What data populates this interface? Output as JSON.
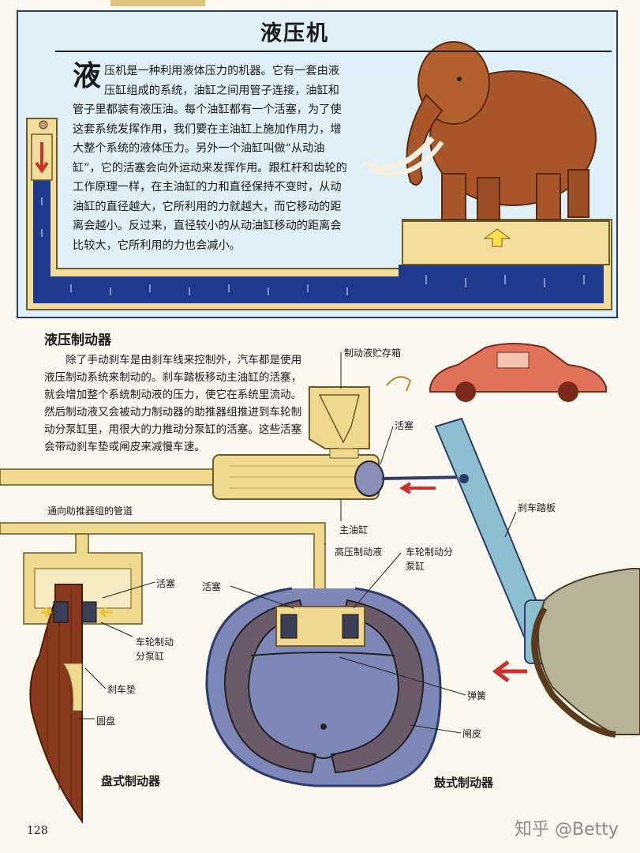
{
  "hydraulic": {
    "title": "液压机",
    "drop_cap": "液",
    "body": "压机是一种利用液体压力的机器。它有一套由液压缸组成的系统，油缸之间用管子连接，油缸和管子里都装有液压油。每个油缸都有一个活塞，为了使这套系统发挥作用，我们要在主油缸上施加作用力，增大整个系统的液体压力。另外一个油缸叫做“从动油缸”，它的活塞会向外运动来发挥作用。跟杠杆和齿轮的工作原理一样，在主油缸的力和直径保持不变时，从动油缸的直径越大，它所利用的力就越大，而它移动的距离会越小。反过来，直径较小的从动油缸移动的距离会比较大，它所利用的力也会减小。"
  },
  "brake": {
    "title": "液压制动器",
    "body": "除了手动刹车是由刹车线来控制外，汽车都是使用液压制动系统来制动的。刹车踏板移动主油缸的活塞，就会增加整个系统制动液的压力，使它在系统里流动。然后制动液又会被动力制动器的助推器组推进到车轮制动分泵缸里，用很大的力推动分泵缸的活塞。这些活塞会带动刹车垫或闸皮来减慢车速。"
  },
  "labels": {
    "reservoir": "制动液贮存箱",
    "piston_master": "活塞",
    "booster_pipe": "通向助推器组的管道",
    "master_cylinder": "主油缸",
    "high_pressure": "高压制动液",
    "wheel_cyl_drum_1": "车轮制动分",
    "wheel_cyl_drum_2": "泵缸",
    "brake_pedal": "刹车踏板",
    "piston_disc": "活塞",
    "piston_drum": "活塞",
    "wheel_cyl_disc_1": "车轮制动",
    "wheel_cyl_disc_2": "分泵缸",
    "brake_pad": "刹车垫",
    "disc": "圆盘",
    "spring": "弹簧",
    "shoe": "闸皮"
  },
  "captions": {
    "disc_brake": "盘式制动器",
    "drum_brake": "鼓式制动器"
  },
  "page_number": "128",
  "watermark": "知乎 @Betty",
  "colors": {
    "oil_blue": "#1f3a8c",
    "pipe_yellow": "#efd98f",
    "panel_blue": "#dff0f8",
    "arrow_red": "#c8322a",
    "car_red": "#e0735a",
    "mammoth_brown": "#a8562a"
  }
}
